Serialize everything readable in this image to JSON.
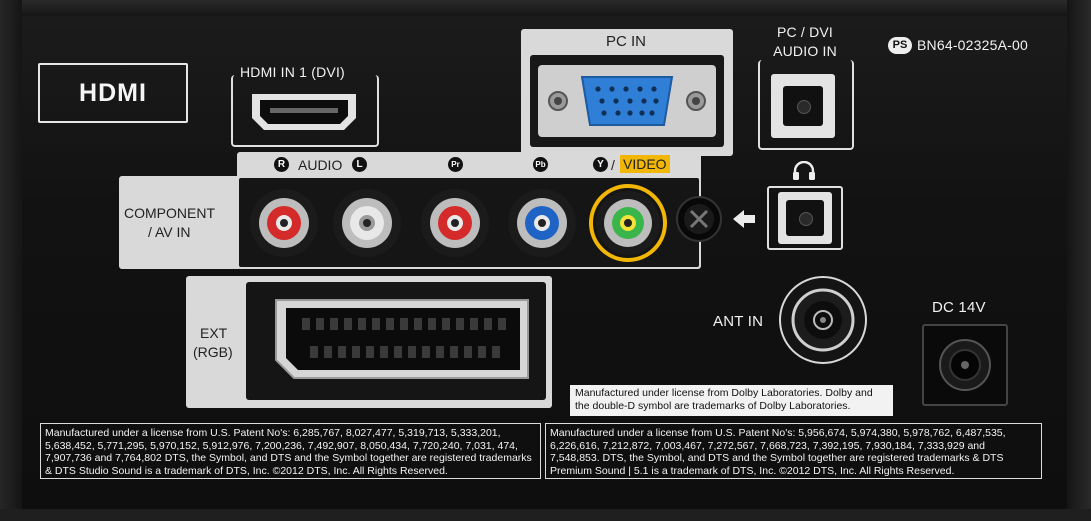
{
  "labels": {
    "hdmi_logo": "HDMI",
    "hdmi_in": "HDMI  IN 1 (DVI)",
    "pc_in": "PC IN",
    "pc_dvi_audio_line1": "PC / DVI",
    "pc_dvi_audio_line2": "AUDIO IN",
    "model_badge": "PS",
    "model_number": "BN64-02325A-00",
    "audio_r": "R",
    "audio_word": "AUDIO",
    "audio_l": "L",
    "pr": "Pr",
    "pb": "Pb",
    "y": "Y",
    "video_slash": "/",
    "video": "VIDEO",
    "component_line1": "COMPONENT",
    "component_line2": "/ AV IN",
    "ext_line1": "EXT",
    "ext_line2": "(RGB)",
    "ant_in": "ANT IN",
    "dc": "DC 14V"
  },
  "legal": {
    "dolby": "Manufactured under license from Dolby Laboratories. Dolby and the double-D symbol are trademarks of Dolby Laboratories.",
    "dts_left": "Manufactured under a license from U.S. Patent No's: 6,285,767, 8,027,477, 5,319,713, 5,333,201, 5,638,452, 5,771,295, 5,970,152, 5,912,976, 7,200,236, 7,492,907, 8,050,434, 7,720,240, 7,031, 474, 7,907,736 and 7,764,802 DTS, the Symbol, and DTS and the Symbol together are registered trademarks & DTS Studio Sound is a trademark of DTS, Inc. ©2012 DTS, Inc. All Rights Reserved.",
    "dts_right": "Manufactured under a license from U.S. Patent No's: 5,956,674, 5,974,380, 5,978,762, 6,487,535, 6,226,616, 7,212,872, 7,003,467, 7,272,567, 7,668,723, 7,392,195, 7,930,184, 7,333,929 and 7,548,853. DTS, the Symbol, and DTS and the Symbol together are registered trademarks & DTS Premium Sound | 5.1 is a trademark of DTS, Inc. ©2012 DTS, Inc. All Rights Reserved."
  },
  "colors": {
    "panel": "#111111",
    "label_plate": "#d9d9d9",
    "video_highlight": "#f2b705",
    "vga_blue": "#2f7fd6",
    "rca_red": "#d42a2a",
    "rca_white": "#e8e8e8",
    "rca_blue": "#1f63c4",
    "rca_green": "#39b54a"
  },
  "icons": [
    "headphone-icon",
    "arrow-left-icon",
    "screw-icon"
  ]
}
